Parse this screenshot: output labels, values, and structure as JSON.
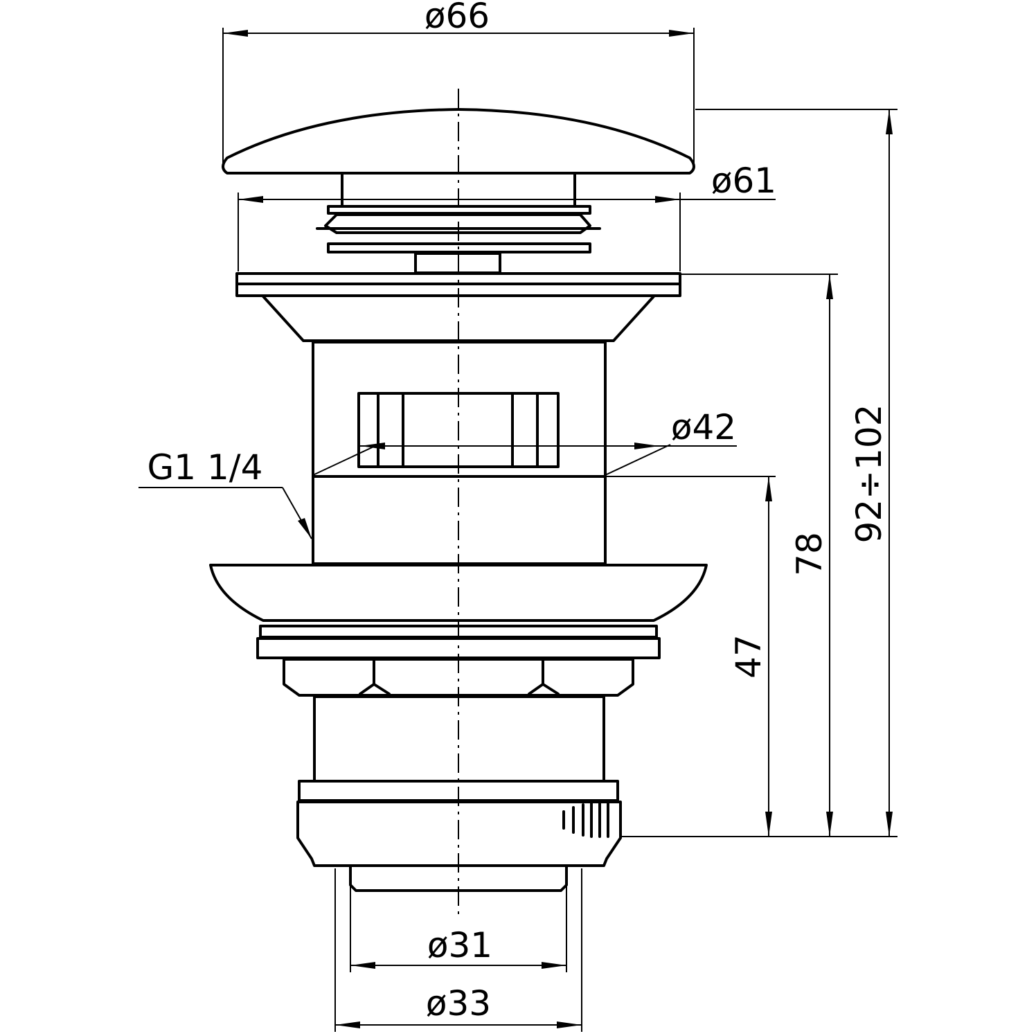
{
  "dimensions": {
    "d66": "ø66",
    "d61": "ø61",
    "d42": "ø42",
    "thread": "G1 1/4",
    "h78": "78",
    "h47": "47",
    "h92_102": "92÷102",
    "d31": "ø31",
    "d33": "ø33"
  },
  "colors": {
    "line": "#000000",
    "background": "#ffffff"
  }
}
